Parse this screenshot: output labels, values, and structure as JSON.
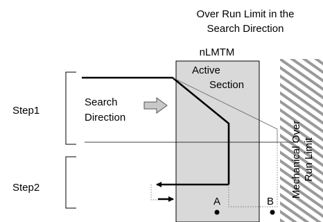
{
  "title_line1": "Over Run Limit in the",
  "title_line2": "Search Direction",
  "zone_name": "nLMTM",
  "active_line1": "Active",
  "active_line2": "Section",
  "search_line1": "Search",
  "search_line2": "Direction",
  "step1": "Step1",
  "step2": "Step2",
  "mech_line1": "Mechanical Over",
  "mech_line2": "Run Limit",
  "point_a": "A",
  "point_b": "B",
  "colors": {
    "active_fill": "#d9d9d9",
    "hatch": "#9a9a9a",
    "line": "#000000",
    "arrow_fill": "#c8c8c8"
  }
}
